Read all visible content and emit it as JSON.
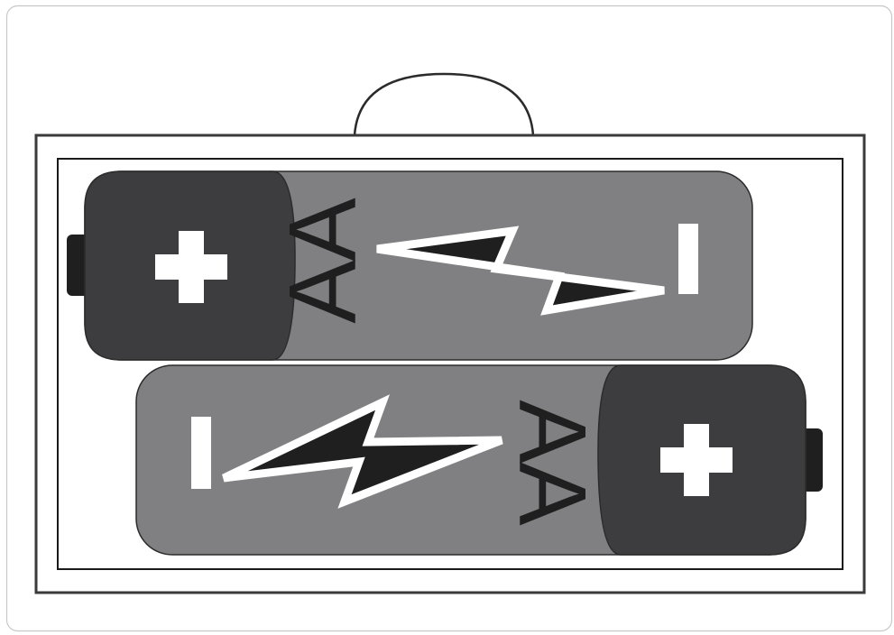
{
  "colors": {
    "page_bg": "#ffffff",
    "outline": "#2b2b2b",
    "battery_body": "#808083",
    "battery_cap": "#3d3d3f",
    "terminal": "#1f1f1f",
    "symbol_light": "#ffffff",
    "symbol_dark": "#1f1f1f"
  },
  "batteries": [
    {
      "id": "top",
      "orientation": "positive-left",
      "size_label": "AA",
      "positive_symbol": "+",
      "negative_symbol": "−",
      "lightning_icon": "lightning-bolt-icon"
    },
    {
      "id": "bottom",
      "orientation": "positive-right",
      "size_label": "AA",
      "positive_symbol": "+",
      "negative_symbol": "−",
      "lightning_icon": "lightning-bolt-icon"
    }
  ]
}
